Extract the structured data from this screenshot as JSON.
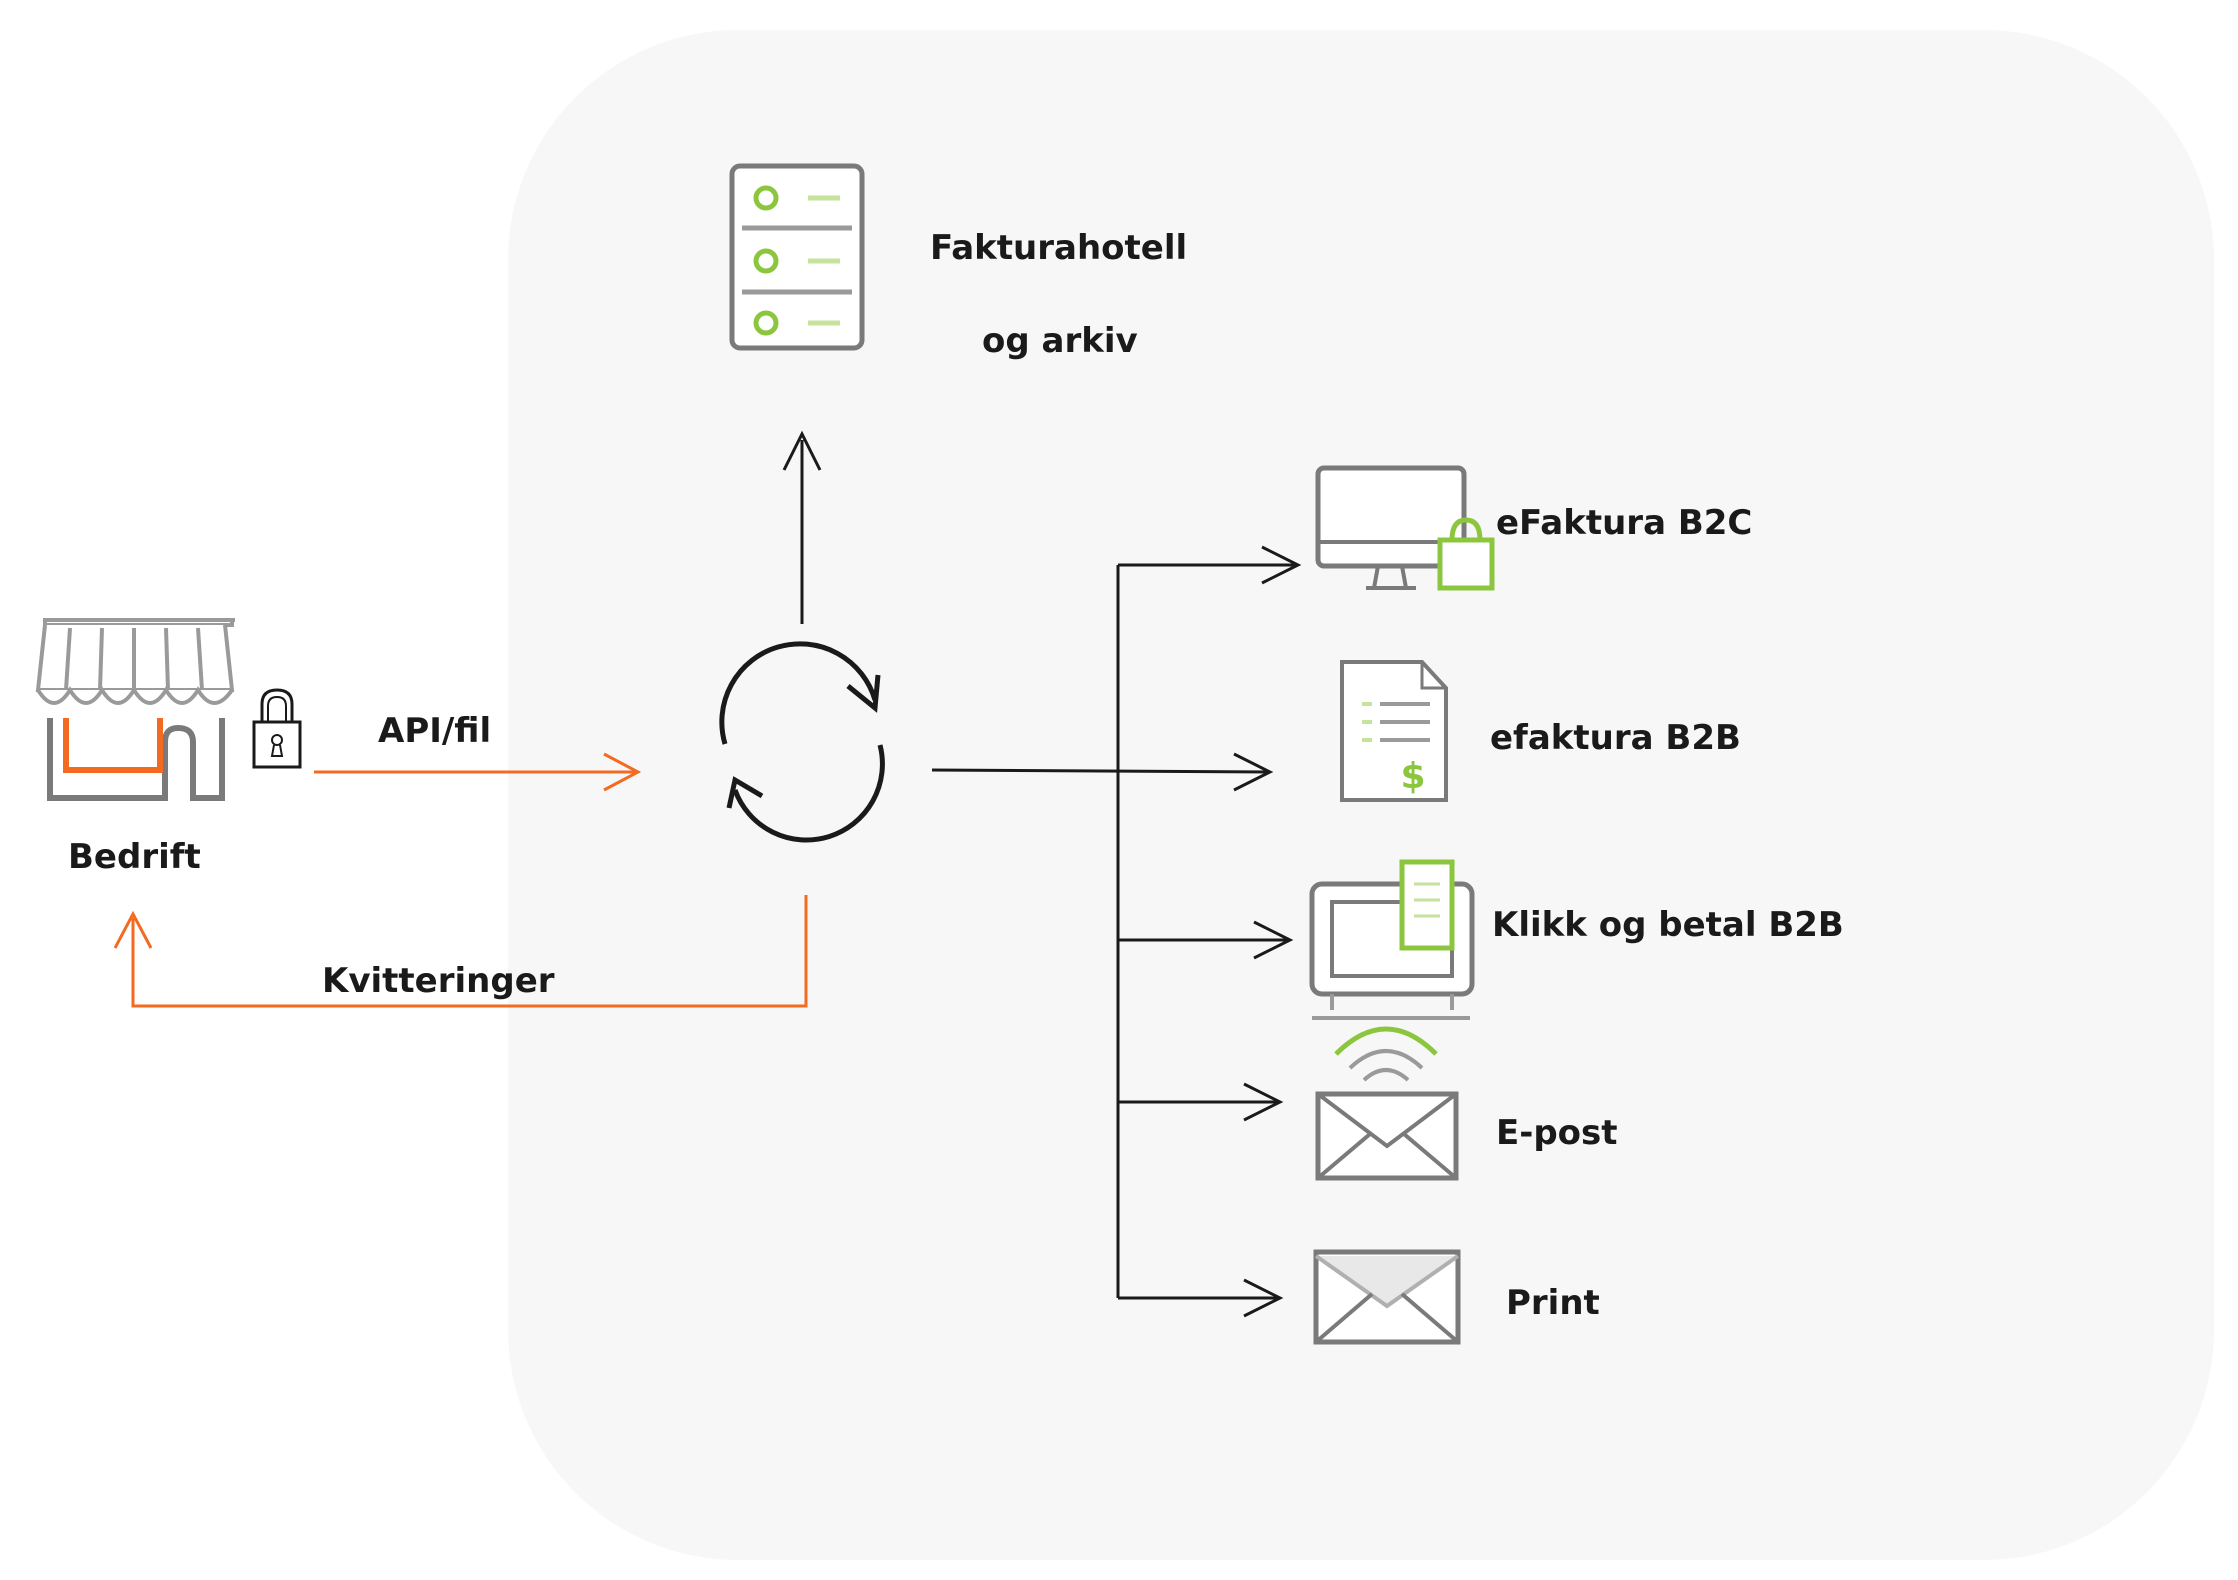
{
  "labels": {
    "company": "Bedrift",
    "api": "API/fil",
    "receipts": "Kvitteringer",
    "hotel_line1": "Fakturahotell",
    "hotel_line2": "og arkiv",
    "efaktura_b2c": "eFaktura B2C",
    "efaktura_b2b": "efaktura B2B",
    "klikk_betal": "Klikk og betal B2B",
    "epost": "E-post",
    "print": "Print"
  },
  "icons": {
    "company": "storefront-icon",
    "lock": "padlock-icon",
    "hub": "sync-arrows-icon",
    "hotel": "server-icon",
    "b2c": "monitor-lock-icon",
    "b2b": "invoice-document-icon",
    "klikk": "terminal-receipt-icon",
    "epost": "envelope-icon",
    "print": "letter-icon"
  },
  "colors": {
    "background_panel": "#f7f7f7",
    "orange": "#f26b21",
    "green": "#8cc63f",
    "light_green": "#c5e39a",
    "gray": "#7a7a7a",
    "black": "#1a1a1a"
  }
}
